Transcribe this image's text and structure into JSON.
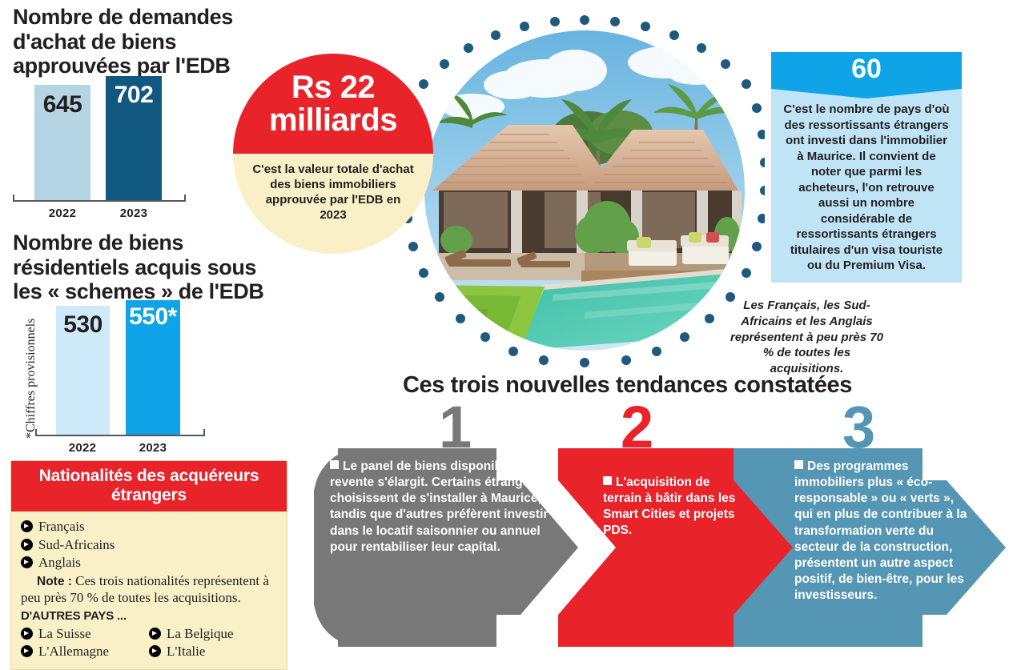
{
  "chart_data": [
    {
      "type": "bar",
      "title": "Nombre de demandes d'achat de biens approuvées par l'EDB",
      "categories": [
        "2022",
        "2023"
      ],
      "values": [
        645,
        702
      ],
      "value_labels": [
        "645",
        "702"
      ],
      "xlabel": "",
      "ylabel": "",
      "ylim": [
        0,
        760
      ],
      "grid": false,
      "legend": "none",
      "colors": [
        "#b6d5e4",
        "#10587f"
      ]
    },
    {
      "type": "bar",
      "title": "Nombre de biens résidentiels acquis sous les « schemes » de l'EDB",
      "categories": [
        "2022",
        "2023"
      ],
      "values": [
        530,
        550
      ],
      "value_labels": [
        "530",
        "550*"
      ],
      "xlabel": "",
      "ylabel": "*Chiffres provisionnels",
      "ylim": [
        0,
        580
      ],
      "grid": false,
      "legend": "none",
      "colors": [
        "#cfeafa",
        "#0fa3e8"
      ]
    }
  ],
  "chart1": {
    "title": "Nombre de demandes d'achat de biens approuvées par l'EDB",
    "bars": [
      {
        "label": "2022",
        "value_label": "645"
      },
      {
        "label": "2023",
        "value_label": "702"
      }
    ]
  },
  "chart2": {
    "title": "Nombre de biens résidentiels acquis sous les « schemes » de l'EDB",
    "ylabel": "*Chiffres provisionnels",
    "bars": [
      {
        "label": "2022",
        "value_label": "530"
      },
      {
        "label": "2023",
        "value_label": "550*"
      }
    ]
  },
  "circle_stat": {
    "headline_line1": "Rs 22",
    "headline_line2": "milliards",
    "description": "C'est la valeur totale d'achat des biens immobiliers approuvée par l'EDB en 2023"
  },
  "countries_stat": {
    "number": "60",
    "description": "C'est le nombre de pays d'où des ressortissants étrangers ont investi dans l'immobilier à Maurice. Il convient de noter que parmi les acheteurs, l'on retrouve aussi un nombre considérable de ressortissants étrangers titulaires d'un visa touriste ou du Premium Visa."
  },
  "photo_caption": "Les Français, les Sud-Africains et les Anglais représentent  à peu près 70 % de toutes les acquisitions.",
  "nationalities": {
    "heading": "Nationalités des acquéreurs étrangers",
    "main_list": [
      "Français",
      "Sud-Africains",
      "Anglais"
    ],
    "note_label": "Note :",
    "note_text": "Ces trois nationalités représentent à peu près 70 % de toutes les acquisitions.",
    "other_heading": "D'AUTRES PAYS ...",
    "other_left": [
      "La Suisse",
      "L'Allemagne"
    ],
    "other_right": [
      "La Belgique",
      "L'Italie"
    ]
  },
  "trends": {
    "title": "Ces  trois nouvelles tendances constatées",
    "items": [
      {
        "number": "1",
        "color": "#787878",
        "text": "Le panel de biens disponibles à la revente s'élargit. Certains étrangers choisissent de s'installer à Maurice, tandis que d'autres préfèrent investir dans le locatif saisonnier ou annuel pour rentabiliser leur capital."
      },
      {
        "number": "2",
        "color": "#e8232a",
        "text": "L'acquisition de terrain à bâtir dans les Smart Cities et projets PDS."
      },
      {
        "number": "3",
        "color": "#5596b4",
        "text": "Des programmes immobiliers plus « éco-responsable » ou « verts », qui en plus de contribuer à la transformation verte du secteur de la construction, présentent un autre aspect positif, de bien-être, pour les investisseurs."
      }
    ]
  },
  "colors": {
    "red": "#e8232a",
    "cream": "#faf0c8",
    "dark_blue": "#10587f",
    "light_blue": "#b6d5e4",
    "bright_blue": "#0fa3e8",
    "pale_blue": "#cfeafa",
    "dot_blue": "#1e5a7d",
    "gray": "#787878",
    "steel_blue": "#5596b4"
  }
}
